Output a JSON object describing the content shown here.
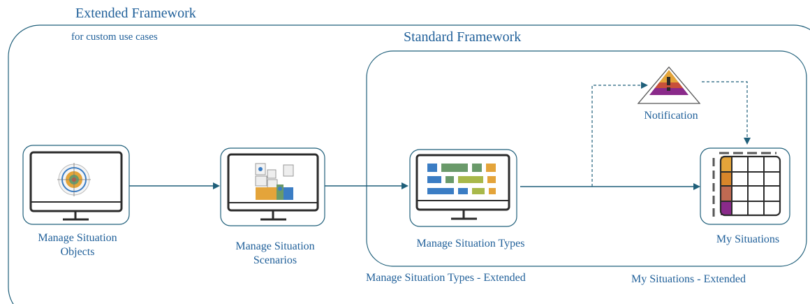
{
  "outer_frame": {
    "title": "Extended Framework",
    "subtitle": "for custom use cases"
  },
  "inner_frame": {
    "title": "Standard Framework"
  },
  "nodes": {
    "objects": {
      "line1": "Manage Situation",
      "line2": "Objects",
      "icon": "target-monitor-icon"
    },
    "scenarios": {
      "line1": "Manage Situation",
      "line2": "Scenarios",
      "icon": "objects-monitor-icon"
    },
    "types": {
      "label": "Manage Situation Types",
      "icon": "dashboard-monitor-icon"
    },
    "notification": {
      "label": "Notification",
      "icon": "warning-triangle-icon"
    },
    "my_situations": {
      "label": "My Situations",
      "icon": "situations-table-icon"
    }
  },
  "extended_labels": {
    "types": "Manage Situation Types - Extended",
    "my_situations": "My Situations - Extended"
  },
  "colors": {
    "text": "#1f5f99",
    "frame": "#1f5f7a",
    "arrow": "#1f5f7a",
    "icon_stroke": "#2b2b2b",
    "accent_blue": "#3b7dc4",
    "accent_green": "#6a9a6a",
    "accent_orange": "#e4a43a",
    "accent_purple": "#8a2a8a",
    "accent_red": "#c8503a"
  }
}
